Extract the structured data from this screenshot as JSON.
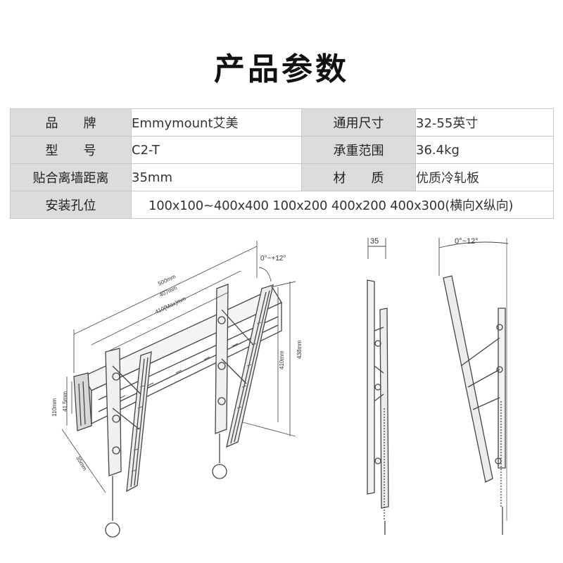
{
  "page_title": "产品参数",
  "specs": [
    {
      "label": "品　　牌",
      "value": "Emmymount艾美",
      "label2": "通用尺寸",
      "value2": "32-55英寸"
    },
    {
      "label": "型　　号",
      "value": "C2-T",
      "label2": "承重范围",
      "value2": "36.4kg"
    },
    {
      "label": "贴合离墙距离",
      "value": "35mm",
      "label2": "材　　质",
      "value2": "优质冷轧板"
    },
    {
      "label": "安装孔位",
      "value": "100x100~400x400 100x200 400x200 400x300(横向X纵向)"
    }
  ],
  "drawing": {
    "dims": {
      "width_500": "500mm",
      "width_407": "407mm",
      "width_410": "410(Max)mm",
      "tilt": "0°~+12°",
      "height_410": "410mm",
      "height_438": "438mm",
      "height_110": "110mm",
      "height_415": "41.5mm",
      "depth_35": "35mm"
    },
    "side_depth": "35",
    "side_tilt": "0°~12°"
  }
}
